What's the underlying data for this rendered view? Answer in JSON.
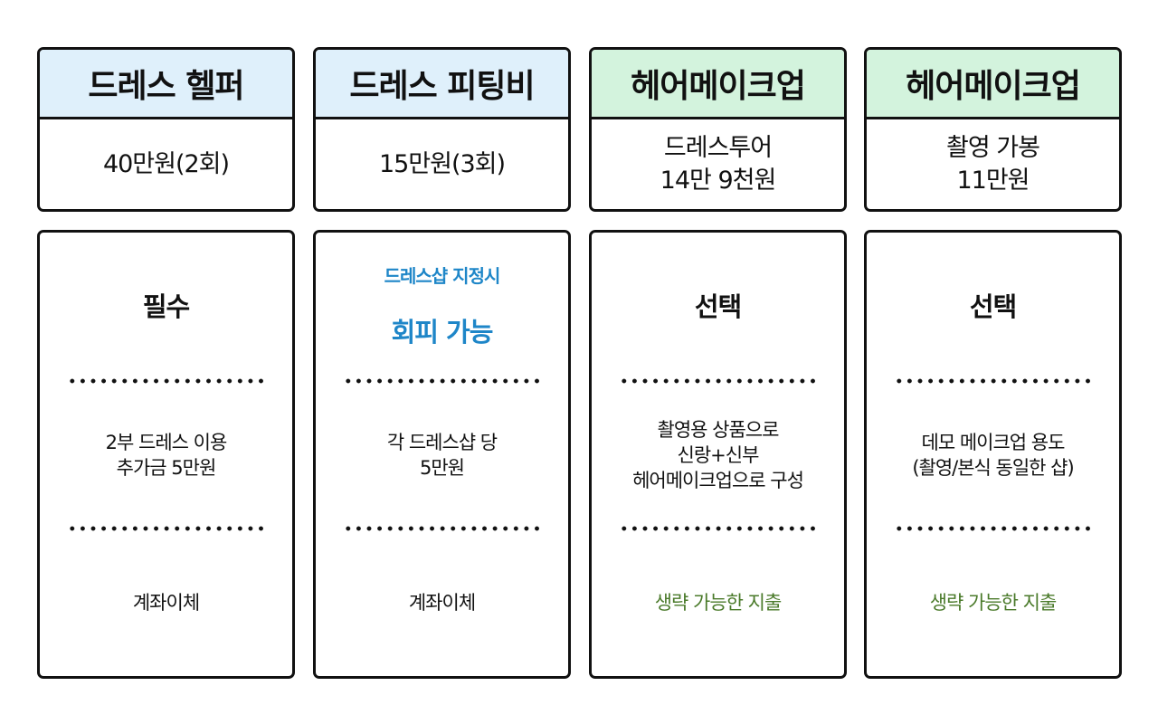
{
  "colors": {
    "blue_header": "#dff0fb",
    "green_header": "#d3f3dd",
    "blue_text": "#1e86c8",
    "green_text": "#4a7a2a",
    "border": "#111111"
  },
  "columns": [
    {
      "title": "드레스 헬퍼",
      "header_color": "#dff0fb",
      "price_lines": [
        "40만원(2회)"
      ],
      "status_note": "",
      "status": "필수",
      "status_style": "normal",
      "desc_lines": [
        "2부 드레스 이용",
        "추가금 5만원"
      ],
      "payment": "계좌이체",
      "payment_style": "normal"
    },
    {
      "title": "드레스 피팅비",
      "header_color": "#dff0fb",
      "price_lines": [
        "15만원(3회)"
      ],
      "status_note": "드레스샵 지정시",
      "status": "회피 가능",
      "status_style": "blue",
      "desc_lines": [
        "각 드레스샵 당",
        "5만원"
      ],
      "payment": "계좌이체",
      "payment_style": "normal"
    },
    {
      "title": "헤어메이크업",
      "header_color": "#d3f3dd",
      "price_lines": [
        "드레스투어",
        "14만 9천원"
      ],
      "status_note": "",
      "status": "선택",
      "status_style": "normal",
      "desc_lines": [
        "촬영용 상품으로",
        "신랑+신부",
        "헤어메이크업으로 구성"
      ],
      "payment": "생략 가능한 지출",
      "payment_style": "green"
    },
    {
      "title": "헤어메이크업",
      "header_color": "#d3f3dd",
      "price_lines": [
        "촬영 가봉",
        "11만원"
      ],
      "status_note": "",
      "status": "선택",
      "status_style": "normal",
      "desc_lines": [
        "데모 메이크업 용도",
        "(촬영/본식 동일한 샵)"
      ],
      "payment": "생략 가능한 지출",
      "payment_style": "green"
    }
  ]
}
